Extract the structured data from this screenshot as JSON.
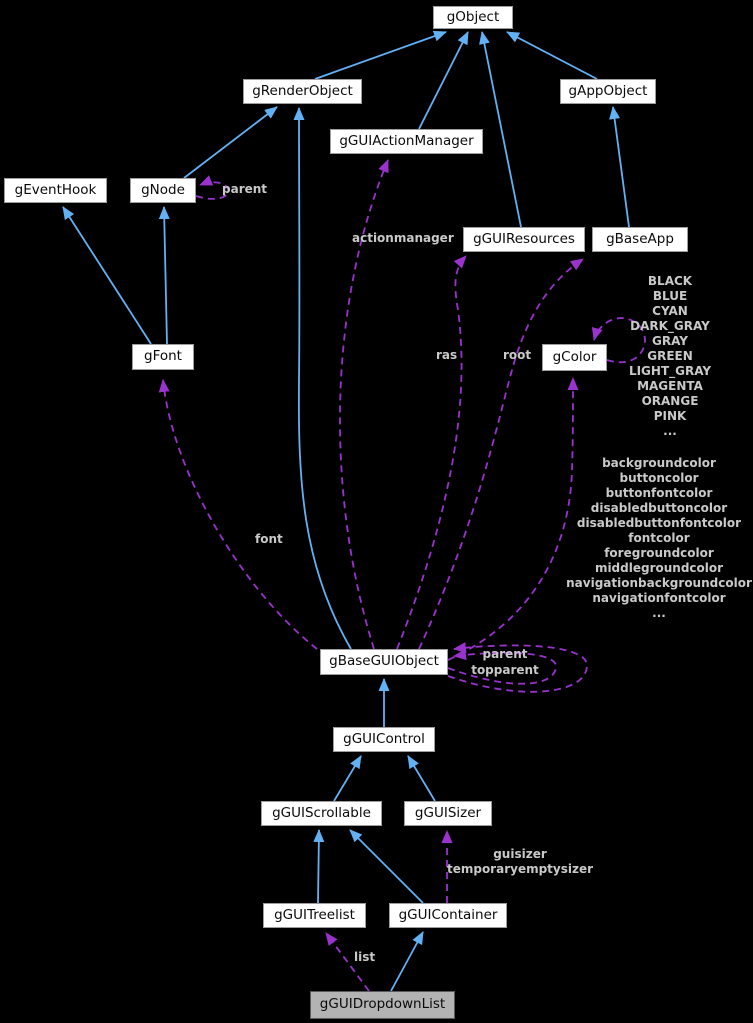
{
  "diagram": {
    "kind": "class collaboration graph",
    "highlighted_node": "gGUIDropdownList",
    "colors": {
      "background": "#000000",
      "inheritance_edge": "#63b1f5",
      "usage_edge": "#9a32cd",
      "edge_label_text": "#c9c9c9",
      "node_fill": "#ffffff",
      "node_border": "#9d9d9d",
      "node_text": "#0a0a0a",
      "highlighted_node_fill": "#b3b3b3",
      "highlighted_node_border": "#5a5a5a"
    }
  },
  "nodes": {
    "gObject": {
      "label": "gObject"
    },
    "gRenderObject": {
      "label": "gRenderObject"
    },
    "gAppObject": {
      "label": "gAppObject"
    },
    "gGUIActionManager": {
      "label": "gGUIActionManager"
    },
    "gEventHook": {
      "label": "gEventHook"
    },
    "gNode": {
      "label": "gNode"
    },
    "gGUIResources": {
      "label": "gGUIResources"
    },
    "gBaseApp": {
      "label": "gBaseApp"
    },
    "gFont": {
      "label": "gFont"
    },
    "gColor": {
      "label": "gColor"
    },
    "gBaseGUIObject": {
      "label": "gBaseGUIObject"
    },
    "gGUIControl": {
      "label": "gGUIControl"
    },
    "gGUIScrollable": {
      "label": "gGUIScrollable"
    },
    "gGUISizer": {
      "label": "gGUISizer"
    },
    "gGUITreelist": {
      "label": "gGUITreelist"
    },
    "gGUIContainer": {
      "label": "gGUIContainer"
    },
    "gGUIDropdownList": {
      "label": "gGUIDropdownList"
    }
  },
  "labels": {
    "node_parent": "parent",
    "actionmanager": "actionmanager",
    "ras": "ras",
    "root": "root",
    "font": "font",
    "color_constants": "BLACK\nBLUE\nCYAN\nDARK_GRAY\nGRAY\nGREEN\nLIGHT_GRAY\nMAGENTA\nORANGE\nPINK\n...",
    "color_members": "backgroundcolor\nbuttoncolor\nbuttonfontcolor\ndisabledbuttoncolor\ndisabledbuttonfontcolor\nfontcolor\nforegroundcolor\nmiddlegroundcolor\nnavigationbackgroundcolor\nnavigationfontcolor\n...",
    "base_parent": "parent\ntopparent",
    "sizer": "guisizer\ntemporaryemptysizer",
    "list": "list"
  },
  "edges": {
    "inheritance": [
      {
        "from": "gRenderObject",
        "to": "gObject"
      },
      {
        "from": "gGUIActionManager",
        "to": "gObject"
      },
      {
        "from": "gGUIResources",
        "to": "gObject"
      },
      {
        "from": "gAppObject",
        "to": "gObject"
      },
      {
        "from": "gBaseApp",
        "to": "gAppObject"
      },
      {
        "from": "gNode",
        "to": "gRenderObject"
      },
      {
        "from": "gFont",
        "to": "gEventHook"
      },
      {
        "from": "gFont",
        "to": "gNode"
      },
      {
        "from": "gBaseGUIObject",
        "to": "gRenderObject"
      },
      {
        "from": "gGUIControl",
        "to": "gBaseGUIObject"
      },
      {
        "from": "gGUIScrollable",
        "to": "gGUIControl"
      },
      {
        "from": "gGUISizer",
        "to": "gGUIControl"
      },
      {
        "from": "gGUITreelist",
        "to": "gGUIScrollable"
      },
      {
        "from": "gGUIContainer",
        "to": "gGUIScrollable"
      },
      {
        "from": "gGUIDropdownList",
        "to": "gGUIContainer"
      }
    ],
    "usage": [
      {
        "from": "gNode",
        "to": "gNode",
        "label": "parent"
      },
      {
        "from": "gBaseGUIObject",
        "to": "gFont",
        "label": "font"
      },
      {
        "from": "gBaseGUIObject",
        "to": "gGUIActionManager",
        "label": "actionmanager"
      },
      {
        "from": "gBaseGUIObject",
        "to": "gGUIResources",
        "label": "ras"
      },
      {
        "from": "gBaseGUIObject",
        "to": "gBaseApp",
        "label": "root"
      },
      {
        "from": "gBaseGUIObject",
        "to": "gColor",
        "label": "backgroundcolor buttoncolor buttonfontcolor disabledbuttoncolor disabledbuttonfontcolor fontcolor foregroundcolor middlegroundcolor navigationbackgroundcolor navigationfontcolor ..."
      },
      {
        "from": "gColor",
        "to": "gColor",
        "label": "BLACK BLUE CYAN DARK_GRAY GRAY GREEN LIGHT_GRAY MAGENTA ORANGE PINK ..."
      },
      {
        "from": "gBaseGUIObject",
        "to": "gBaseGUIObject",
        "label": "parent topparent"
      },
      {
        "from": "gGUIContainer",
        "to": "gGUISizer",
        "label": "guisizer temporaryemptysizer"
      },
      {
        "from": "gGUIDropdownList",
        "to": "gGUITreelist",
        "label": "list"
      }
    ]
  }
}
